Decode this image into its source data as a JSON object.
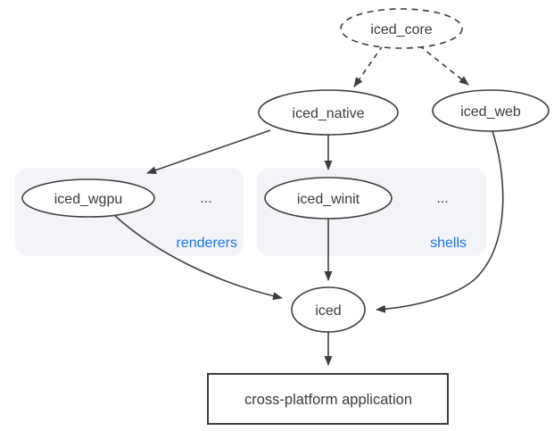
{
  "diagram": {
    "description": "Dependency graph of the iced GUI library ecosystem",
    "nodes": {
      "iced_core": {
        "label": "iced_core",
        "shape": "ellipse-dashed"
      },
      "iced_native": {
        "label": "iced_native",
        "shape": "ellipse"
      },
      "iced_web": {
        "label": "iced_web",
        "shape": "ellipse"
      },
      "iced_wgpu": {
        "label": "iced_wgpu",
        "shape": "ellipse"
      },
      "iced_winit": {
        "label": "iced_winit",
        "shape": "ellipse"
      },
      "iced": {
        "label": "iced",
        "shape": "ellipse"
      },
      "app": {
        "label": "cross-platform application",
        "shape": "rectangle"
      }
    },
    "groups": {
      "renderers": {
        "label": "renderers",
        "ellipsis": "...",
        "contains": [
          "iced_wgpu"
        ]
      },
      "shells": {
        "label": "shells",
        "ellipsis": "...",
        "contains": [
          "iced_winit"
        ]
      }
    },
    "edges": [
      {
        "from": "iced_core",
        "to": "iced_native",
        "style": "dashed"
      },
      {
        "from": "iced_core",
        "to": "iced_web",
        "style": "dashed"
      },
      {
        "from": "iced_native",
        "to": "iced_wgpu",
        "style": "solid"
      },
      {
        "from": "iced_native",
        "to": "iced_winit",
        "style": "solid"
      },
      {
        "from": "iced_wgpu",
        "to": "iced",
        "style": "solid"
      },
      {
        "from": "iced_winit",
        "to": "iced",
        "style": "solid"
      },
      {
        "from": "iced_web",
        "to": "iced",
        "style": "solid"
      },
      {
        "from": "iced",
        "to": "app",
        "style": "solid"
      }
    ],
    "colors": {
      "background": "#ffffff",
      "stroke": "#3d3d3d",
      "text": "#3a3a3a",
      "group_fill": "#f2f4f8",
      "group_label": "#1a73e8"
    }
  }
}
